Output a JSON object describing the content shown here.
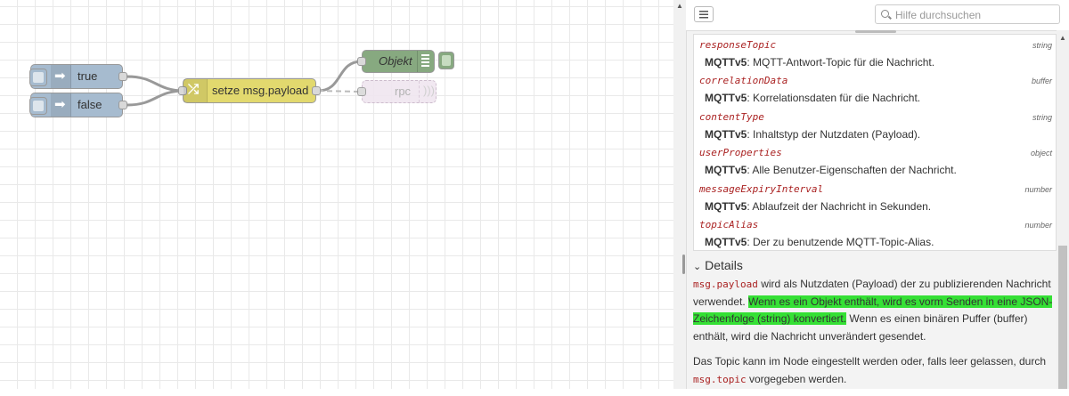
{
  "flow": {
    "inject_nodes": [
      {
        "label": "true"
      },
      {
        "label": "false"
      }
    ],
    "change_node": {
      "label": "setze msg.payload"
    },
    "debug_node": {
      "label": "Objekt"
    },
    "rpc_node": {
      "label": "rpc"
    }
  },
  "help": {
    "search_placeholder": "Hilfe durchsuchen",
    "properties": [
      {
        "name": "responseTopic",
        "type": "string",
        "prefix": "MQTTv5",
        "desc": ": MQTT-Antwort-Topic für die Nachricht."
      },
      {
        "name": "correlationData",
        "type": "buffer",
        "prefix": "MQTTv5",
        "desc": ": Korrelationsdaten für die Nachricht."
      },
      {
        "name": "contentType",
        "type": "string",
        "prefix": "MQTTv5",
        "desc": ": Inhaltstyp der Nutzdaten (Payload)."
      },
      {
        "name": "userProperties",
        "type": "object",
        "prefix": "MQTTv5",
        "desc": ": Alle Benutzer-Eigenschaften der Nachricht."
      },
      {
        "name": "messageExpiryInterval",
        "type": "number",
        "prefix": "MQTTv5",
        "desc": ": Ablaufzeit der Nachricht in Sekunden."
      },
      {
        "name": "topicAlias",
        "type": "number",
        "prefix": "MQTTv5",
        "desc": ": Der zu benutzende MQTT-Topic-Alias."
      }
    ],
    "details": {
      "title": "Details",
      "p1_code": "msg.payload",
      "p1_text_a": " wird als Nutzdaten (Payload) der zu publizierenden Nachricht verwendet. ",
      "p1_highlight": "Wenn es ein Objekt enthält, wird es vorm Senden in eine JSON-Zeichenfolge (string) konvertiert.",
      "p1_text_b": " Wenn es einen binären Puffer (buffer) enthält, wird die Nachricht unverändert gesendet.",
      "p2_text": "Das Topic kann im Node eingestellt werden oder, falls leer gelassen, durch ",
      "p2_code": "msg.topic",
      "p2_text_b": " vorgegeben werden."
    }
  },
  "colors": {
    "inject": "#a6bbcf",
    "change": "#e2d96e",
    "debug": "#87a980",
    "highlight": "#35e035",
    "code": "#aa2222"
  }
}
